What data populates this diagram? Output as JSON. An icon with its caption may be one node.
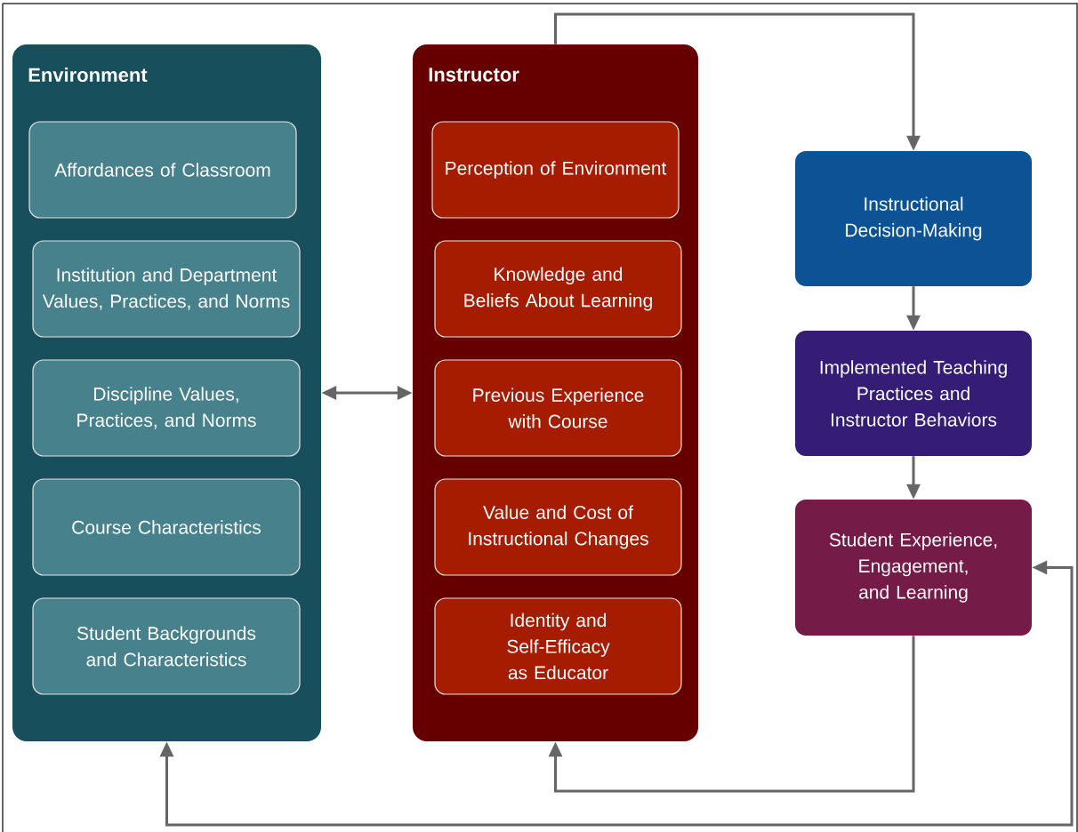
{
  "diagram": {
    "nodes": [
      {
        "text": [
          "Environment"
        ]
      },
      {
        "text": [
          "Affordances of Classroom"
        ],
        "in": 0
      },
      {
        "text": [
          "Institution and Department Values, Practices, and Norms"
        ],
        "in": 0
      },
      {
        "text": [
          "Discipline Values, Practices, and Norms"
        ],
        "in": 0
      },
      {
        "text": [
          "Course Characteristics"
        ],
        "in": 0
      },
      {
        "text": [
          "Student Backgrounds and Characteristics"
        ],
        "in": 0
      },
      {
        "text": [
          "Instructor"
        ]
      },
      {
        "text": [
          "Perception of Environment"
        ],
        "in": 6
      },
      {
        "text": [
          "Knowledge and Beliefs About Learning"
        ],
        "in": 6
      },
      {
        "text": [
          "Previous Experience with Course"
        ],
        "in": 6
      },
      {
        "text": [
          "Value and Cost of Instructional Changes"
        ],
        "in": 6
      },
      {
        "text": [
          "Identity and Self-Efficacy as Educator"
        ],
        "in": 6
      },
      {
        "text": [
          "Instructional Decision-Making"
        ]
      },
      {
        "text": [
          "Implemented Teaching Practices and Instructor Behaviors"
        ]
      },
      {
        "text": [
          "Student Experience, Engagement, and Learning"
        ]
      }
    ],
    "edges": [
      {
        "from": 0,
        "to": 6,
        "arrow": "both"
      },
      {
        "from": 6,
        "to": 12,
        "arrow": "to"
      },
      {
        "from": 12,
        "to": 13,
        "arrow": "to"
      },
      {
        "from": 13,
        "to": 14,
        "arrow": "to"
      },
      {
        "from": 14,
        "to": 6,
        "arrow": "to"
      },
      {
        "from": 14,
        "to": 0,
        "arrow": "both"
      }
    ]
  }
}
